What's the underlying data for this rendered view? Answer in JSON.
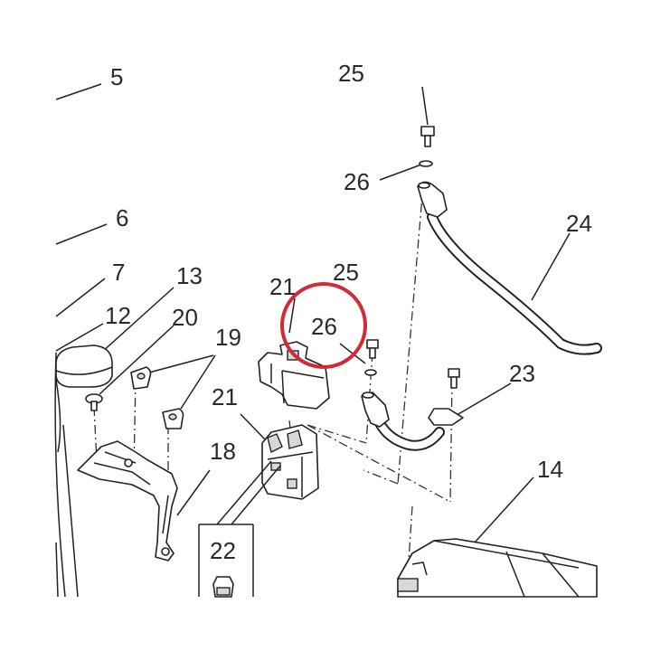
{
  "diagram": {
    "highlight_color": "#d42a35",
    "callouts": [
      {
        "id": "5",
        "label": "5"
      },
      {
        "id": "6",
        "label": "6"
      },
      {
        "id": "7",
        "label": "7"
      },
      {
        "id": "12",
        "label": "12"
      },
      {
        "id": "13",
        "label": "13"
      },
      {
        "id": "20",
        "label": "20"
      },
      {
        "id": "19",
        "label": "19"
      },
      {
        "id": "18",
        "label": "18"
      },
      {
        "id": "21a",
        "label": "21"
      },
      {
        "id": "21b",
        "label": "21"
      },
      {
        "id": "25a",
        "label": "25"
      },
      {
        "id": "25b",
        "label": "25"
      },
      {
        "id": "26a",
        "label": "26"
      },
      {
        "id": "26b",
        "label": "26"
      },
      {
        "id": "24",
        "label": "24"
      },
      {
        "id": "23",
        "label": "23"
      },
      {
        "id": "22",
        "label": "22"
      },
      {
        "id": "14",
        "label": "14"
      }
    ]
  }
}
